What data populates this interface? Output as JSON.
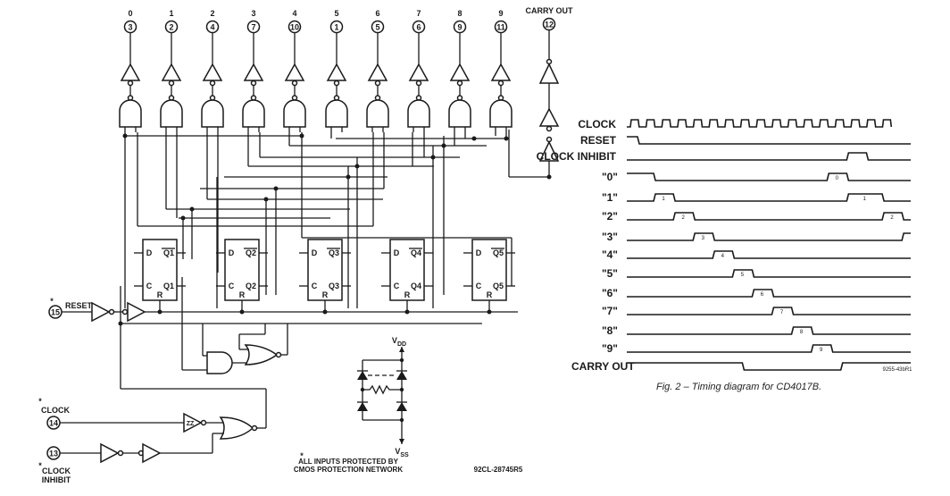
{
  "schematic": {
    "outputs": [
      {
        "label": "0",
        "pin": "3"
      },
      {
        "label": "1",
        "pin": "2"
      },
      {
        "label": "2",
        "pin": "4"
      },
      {
        "label": "3",
        "pin": "7"
      },
      {
        "label": "4",
        "pin": "10"
      },
      {
        "label": "5",
        "pin": "1"
      },
      {
        "label": "6",
        "pin": "5"
      },
      {
        "label": "7",
        "pin": "6"
      },
      {
        "label": "8",
        "pin": "9"
      },
      {
        "label": "9",
        "pin": "11"
      }
    ],
    "carry_out": {
      "label": "CARRY OUT",
      "pin": "12"
    },
    "flip_flops": [
      {
        "d": "D",
        "qbar": "Q1",
        "c": "C",
        "q": "Q1",
        "r": "R"
      },
      {
        "d": "D",
        "qbar": "Q2",
        "c": "C",
        "q": "Q2",
        "r": "R"
      },
      {
        "d": "D",
        "qbar": "Q3",
        "c": "C",
        "q": "Q3",
        "r": "R"
      },
      {
        "d": "D",
        "qbar": "Q4",
        "c": "C",
        "q": "Q4",
        "r": "R"
      },
      {
        "d": "D",
        "qbar": "Q5",
        "c": "C",
        "q": "Q5",
        "r": "R"
      }
    ],
    "inputs": {
      "reset": {
        "label": "RESET",
        "pin": "15",
        "marker": "*"
      },
      "clock": {
        "label": "CLOCK",
        "pin": "14",
        "marker": "*"
      },
      "clock_inhibit": {
        "label_line1": "CLOCK",
        "label_line2": "INHIBIT",
        "pin": "13",
        "marker": "*"
      }
    },
    "schmitt_symbol": "ZZ",
    "protection": {
      "vdd": "V",
      "vdd_sub": "DD",
      "vss": "V",
      "vss_sub": "SS",
      "note_marker": "*",
      "note_line1": "ALL INPUTS PROTECTED BY",
      "note_line2": "CMOS PROTECTION NETWORK"
    },
    "figure_code": "92CL-28745R5"
  },
  "timing": {
    "signals": [
      {
        "name": "CLOCK",
        "kind": "clock",
        "cycles": 13
      },
      {
        "name": "RESET",
        "kind": "reset"
      },
      {
        "name": "CLOCK INHIBIT",
        "kind": "pulse",
        "pulses": [
          [
            10.8,
            11.8
          ]
        ]
      },
      {
        "name": "\"0\"",
        "kind": "decoded",
        "initial_high": true,
        "fall": 1,
        "pulses": [
          [
            9.8,
            10.8
          ]
        ],
        "marks": [
          "0"
        ]
      },
      {
        "name": "\"1\"",
        "kind": "decoded",
        "pulses": [
          [
            1,
            2
          ],
          [
            10.8,
            12.6
          ]
        ],
        "marks": [
          "1",
          "1"
        ]
      },
      {
        "name": "\"2\"",
        "kind": "decoded",
        "pulses": [
          [
            2,
            3
          ],
          [
            12.6,
            13.6
          ]
        ],
        "marks": [
          "2",
          "2"
        ]
      },
      {
        "name": "\"3\"",
        "kind": "decoded",
        "pulses": [
          [
            3,
            4
          ],
          [
            13.6,
            14.2
          ]
        ],
        "marks": [
          "3",
          ""
        ]
      },
      {
        "name": "\"4\"",
        "kind": "decoded",
        "pulses": [
          [
            4,
            5
          ]
        ],
        "marks": [
          "4"
        ]
      },
      {
        "name": "\"5\"",
        "kind": "decoded",
        "pulses": [
          [
            5,
            6
          ]
        ],
        "marks": [
          "5"
        ]
      },
      {
        "name": "\"6\"",
        "kind": "decoded",
        "pulses": [
          [
            6,
            7
          ]
        ],
        "marks": [
          "6"
        ]
      },
      {
        "name": "\"7\"",
        "kind": "decoded",
        "pulses": [
          [
            7,
            8
          ]
        ],
        "marks": [
          "7"
        ]
      },
      {
        "name": "\"8\"",
        "kind": "decoded",
        "pulses": [
          [
            8,
            9
          ]
        ],
        "marks": [
          "8"
        ]
      },
      {
        "name": "\"9\"",
        "kind": "decoded",
        "pulses": [
          [
            9,
            10
          ]
        ],
        "marks": [
          "9"
        ]
      },
      {
        "name": "CARRY OUT",
        "kind": "carry",
        "low": [
          5.5,
          10.5
        ]
      }
    ],
    "figure_code": "9255-43bR1",
    "caption": "Fig. 2 – Timing diagram for CD4017B."
  }
}
